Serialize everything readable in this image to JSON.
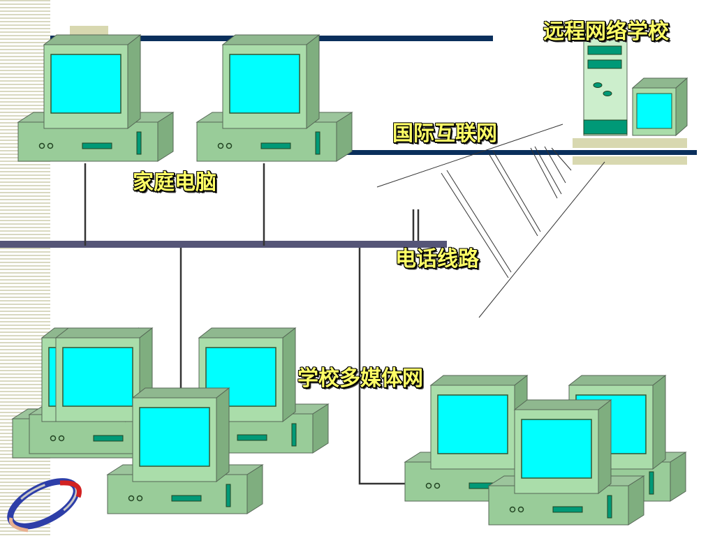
{
  "labels": {
    "remote_school": "远程网络学校",
    "internet": "国际互联网",
    "home_computer": "家庭电脑",
    "phone_line": "电话线路",
    "campus_network": "学校多媒体网"
  },
  "colors": {
    "screen": "#00ffff",
    "case": "#99cc99",
    "case_dark": "#77aa77",
    "teal": "#009977",
    "top_bus": "#0a2f5c",
    "phone_bus": "#555577",
    "label_text": "#ffff66"
  }
}
